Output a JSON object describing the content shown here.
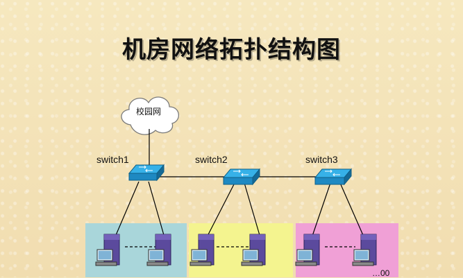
{
  "title": "机房网络拓扑结构图",
  "cloud": {
    "label": "校园网"
  },
  "switches": [
    {
      "label": "switch1"
    },
    {
      "label": "switch2"
    },
    {
      "label": "switch3"
    }
  ],
  "zone_colors": [
    "#a9d6da",
    "#f4f48f",
    "#f0a0d6"
  ],
  "bottom_right_text": "…00"
}
